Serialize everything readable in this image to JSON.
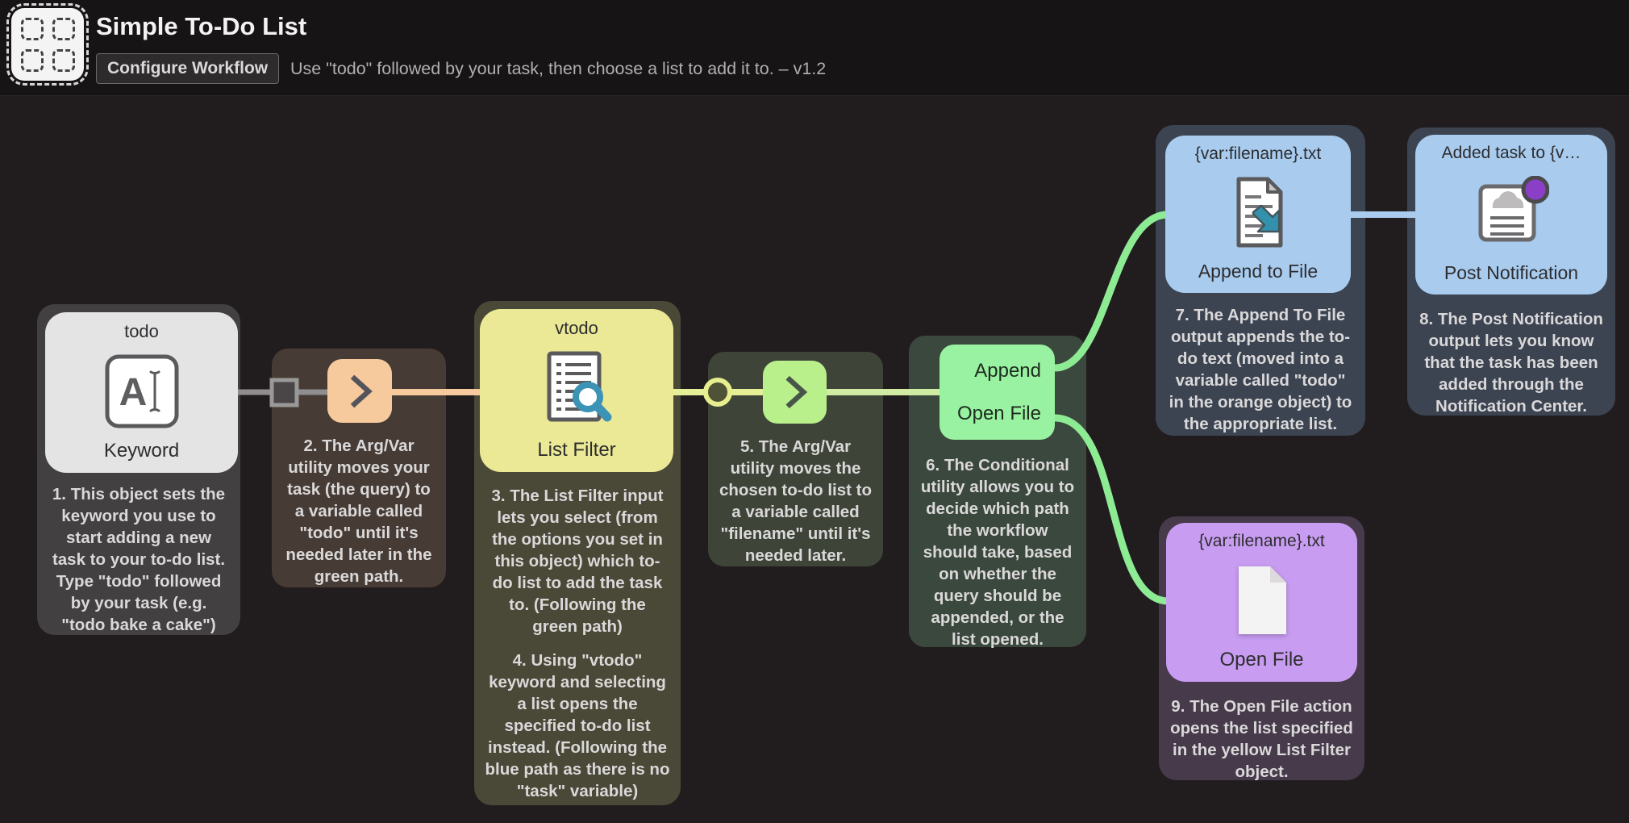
{
  "header": {
    "title": "Simple To-Do List",
    "configure_button": "Configure Workflow",
    "subtitle": "Use \"todo\" followed by your task, then choose a list to add it to. – v1.2"
  },
  "canvas": {
    "nodes": {
      "keyword": {
        "title": "todo",
        "type_label": "Keyword",
        "annotation": "1. This object sets the keyword you use to start adding a new task to your to-do list. Type \"todo\" followed by your task (e.g. \"todo bake a cake\")"
      },
      "argvar_todo": {
        "annotation": "2. The Arg/Var utility moves your task (the query) to a variable called \"todo\" until it's needed later in the green path."
      },
      "list_filter": {
        "title": "vtodo",
        "type_label": "List Filter",
        "annotation_top": "3. The List Filter input lets you select (from the options you set in this object) which to-do list to add the task to. (Following the green path)",
        "annotation_bottom": "4. Using \"vtodo\" keyword and selecting a list opens the specified to-do list instead. (Following the blue path as there is no \"task\" variable)"
      },
      "argvar_filename": {
        "annotation": "5. The Arg/Var utility moves the chosen to-do list to a variable called \"filename\" until it's needed later."
      },
      "conditional": {
        "branch_top": "Append",
        "branch_bottom": "Open File",
        "annotation": "6. The Conditional utility allows you to decide which path the workflow should take, based on whether the query should be appended, or the list opened."
      },
      "append_to_file": {
        "title": "{var:filename}.txt",
        "type_label": "Append to File",
        "annotation": "7. The Append To File output appends the to-do text (moved into a variable called \"todo\" in the orange object) to the appropriate list."
      },
      "post_notification": {
        "title": "Added task to {v…",
        "type_label": "Post Notification",
        "annotation": "8. The Post Notification output lets you know that the task has been added through the Notification Center."
      },
      "open_file": {
        "title": "{var:filename}.txt",
        "type_label": "Open File",
        "annotation": "9. The Open File action opens the list specified in the yellow List Filter object."
      }
    },
    "colors": {
      "canvas_bg": "#211d1f",
      "header_bg": "#171415",
      "keyword_node": "#e5e4e5",
      "argvar_orange_node": "#f6ca9c",
      "list_filter_node": "#ebe996",
      "argvar_green_node": "#b9f08c",
      "conditional_node": "#99f2a1",
      "file_blue_node": "#a8cbee",
      "open_file_purple_node": "#c89df1",
      "wire_gray": "#8f8d8e",
      "wire_orange": "#f6ca9c",
      "wire_yellow_green": "#e6ee96",
      "wire_pale_green": "#cfeca2",
      "wire_green": "#8deb94",
      "wire_blue": "#a8cbee",
      "magnifier_blue": "#3b93b6",
      "append_arrow_teal": "#3391ad",
      "notification_badge_purple": "#8b3fc7"
    }
  }
}
